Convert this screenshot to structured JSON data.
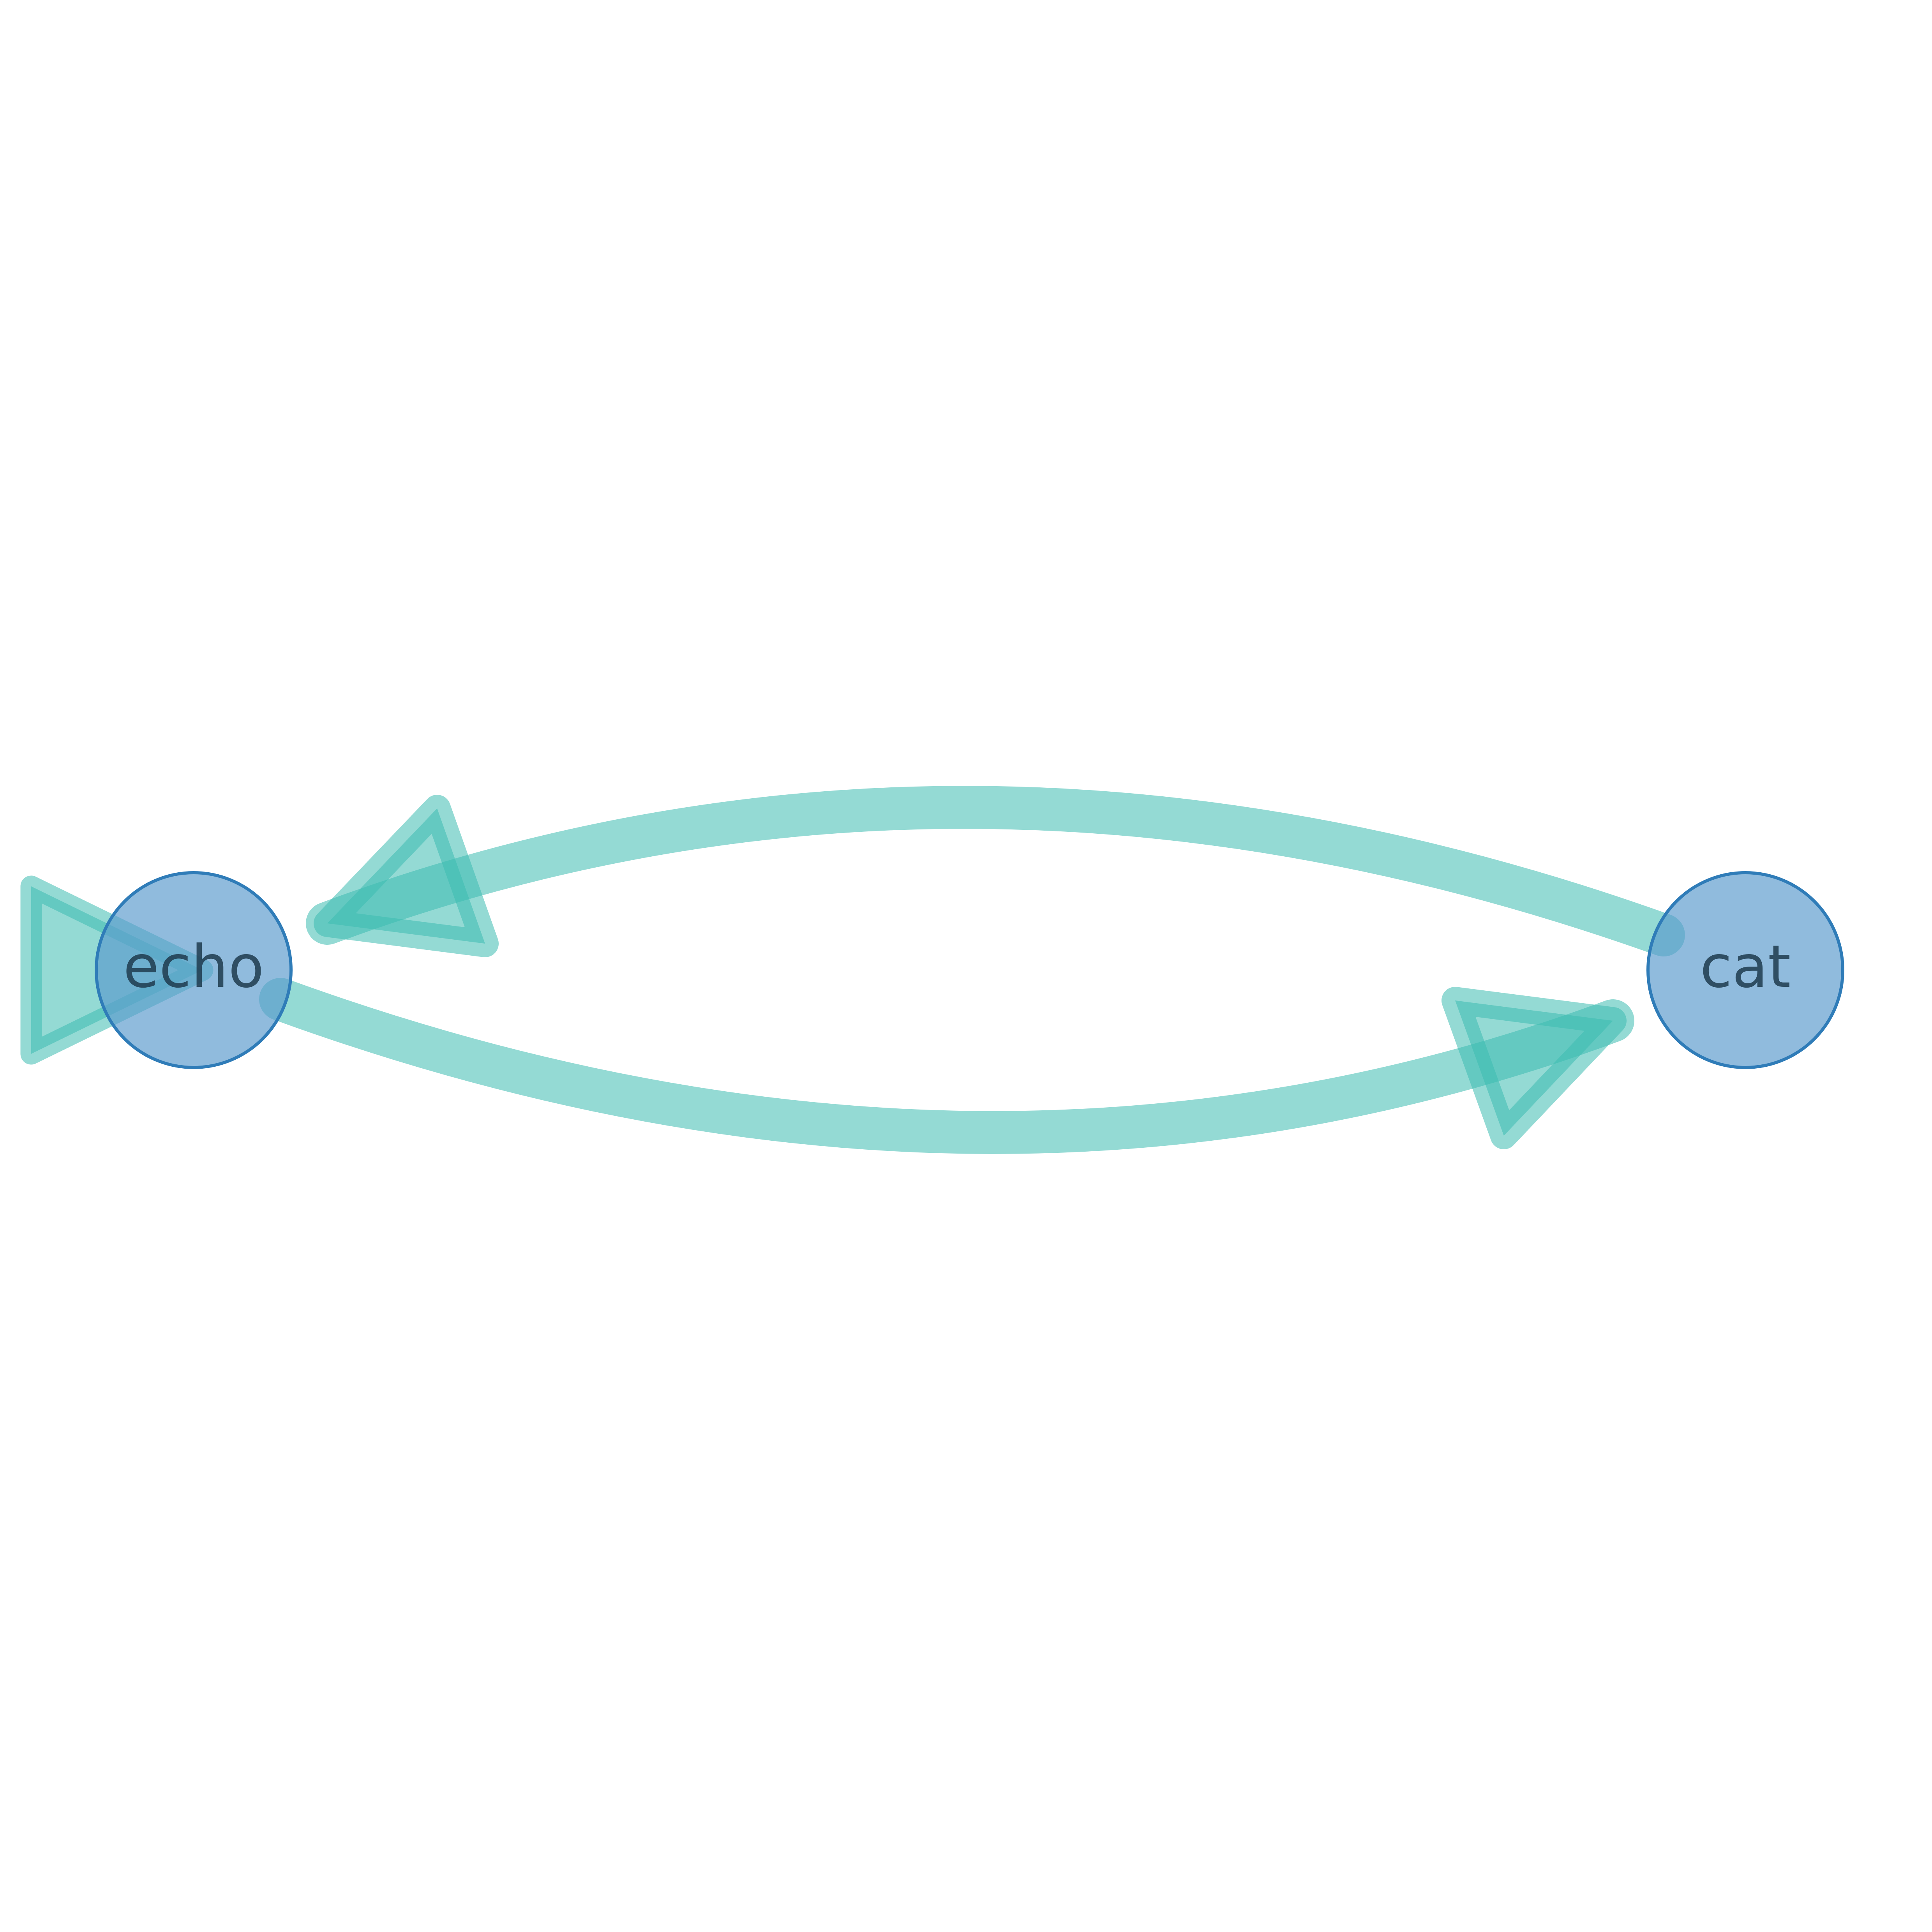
{
  "colors": {
    "background": "#ffffff",
    "edge": "#3dbbb0",
    "node_fill": "#5b9bcd",
    "node_stroke": "#2f7cb8",
    "label": "#1f3b4d"
  },
  "nodes": [
    {
      "id": "echo",
      "label": "echo"
    },
    {
      "id": "cat",
      "label": "cat"
    }
  ],
  "edges": [
    {
      "from": "cat",
      "to": "echo"
    },
    {
      "from": "echo",
      "to": "cat"
    },
    {
      "from": "echo",
      "to": "echo"
    }
  ]
}
